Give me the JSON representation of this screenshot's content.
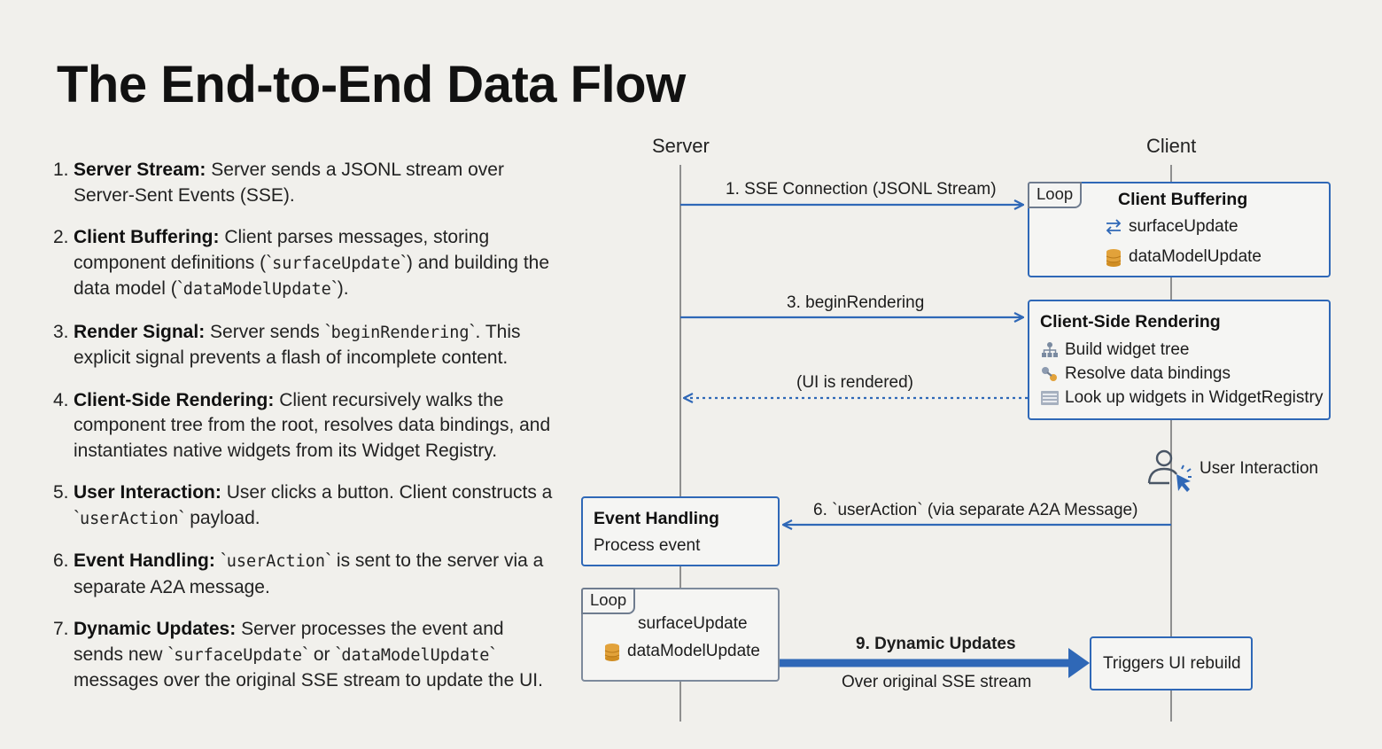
{
  "title": "The End-to-End Data Flow",
  "steps": [
    {
      "num": "1.",
      "head": "Server Stream:",
      "text": "Server sends a JSONL stream over Server-Sent Events (SSE)."
    },
    {
      "num": "2.",
      "head": "Client Buffering:",
      "text_a": "Client parses messages, storing component definitions (`",
      "code_a": "surfaceUpdate",
      "text_b": "`) and building the data model (`",
      "code_b": "dataModelUpdate",
      "text_c": "`)."
    },
    {
      "num": "3.",
      "head": "Render Signal:",
      "text_a": "Server sends `",
      "code_a": "beginRendering",
      "text_b": "`. This explicit signal prevents a flash of incomplete content."
    },
    {
      "num": "4.",
      "head": "Client-Side Rendering:",
      "text": "Client recursively walks the component tree from the root, resolves data bindings, and instantiates native widgets from its Widget Registry."
    },
    {
      "num": "5.",
      "head": "User Interaction:",
      "text_a": "User clicks a button. Client constructs a `",
      "code_a": "userAction",
      "text_b": "` payload."
    },
    {
      "num": "6.",
      "head": "Event Handling:",
      "text_a": "`",
      "code_a": "userAction",
      "text_b": "` is sent to the server via a separate A2A message."
    },
    {
      "num": "7.",
      "head": "Dynamic Updates:",
      "text_a": "Server processes the event and sends new `",
      "code_a": "surfaceUpdate",
      "text_b": "` or `",
      "code_b": "dataModelUpdate",
      "text_c": "` messages over the original SSE stream to update the UI."
    }
  ],
  "diagram": {
    "server_label": "Server",
    "client_label": "Client",
    "msg1": "1. SSE Connection (JSONL Stream)",
    "msg3": "3. beginRendering",
    "msg_rendered": "(UI is rendered)",
    "msg6": "6. `userAction` (via separate A2A Message)",
    "msg9": "9. Dynamic Updates",
    "msg9_sub": "Over original SSE stream",
    "client_buffering": {
      "loop": "Loop",
      "title": "Client Buffering",
      "item1": "surfaceUpdate",
      "item2": "dataModelUpdate"
    },
    "client_rendering": {
      "title": "Client-Side Rendering",
      "item1": "Build widget tree",
      "item2": "Resolve data bindings",
      "item3": "Look up widgets in WidgetRegistry"
    },
    "user_interaction": "User Interaction",
    "event_handling": {
      "title": "Event Handling",
      "sub": "Process event"
    },
    "server_loop": {
      "loop": "Loop",
      "item1": "surfaceUpdate",
      "item2": "dataModelUpdate"
    },
    "rebuild": "Triggers UI rebuild"
  },
  "colors": {
    "arrow_blue": "#2f68b7",
    "lifeline": "#8f8f8f",
    "db_orange": "#e2a23a"
  }
}
